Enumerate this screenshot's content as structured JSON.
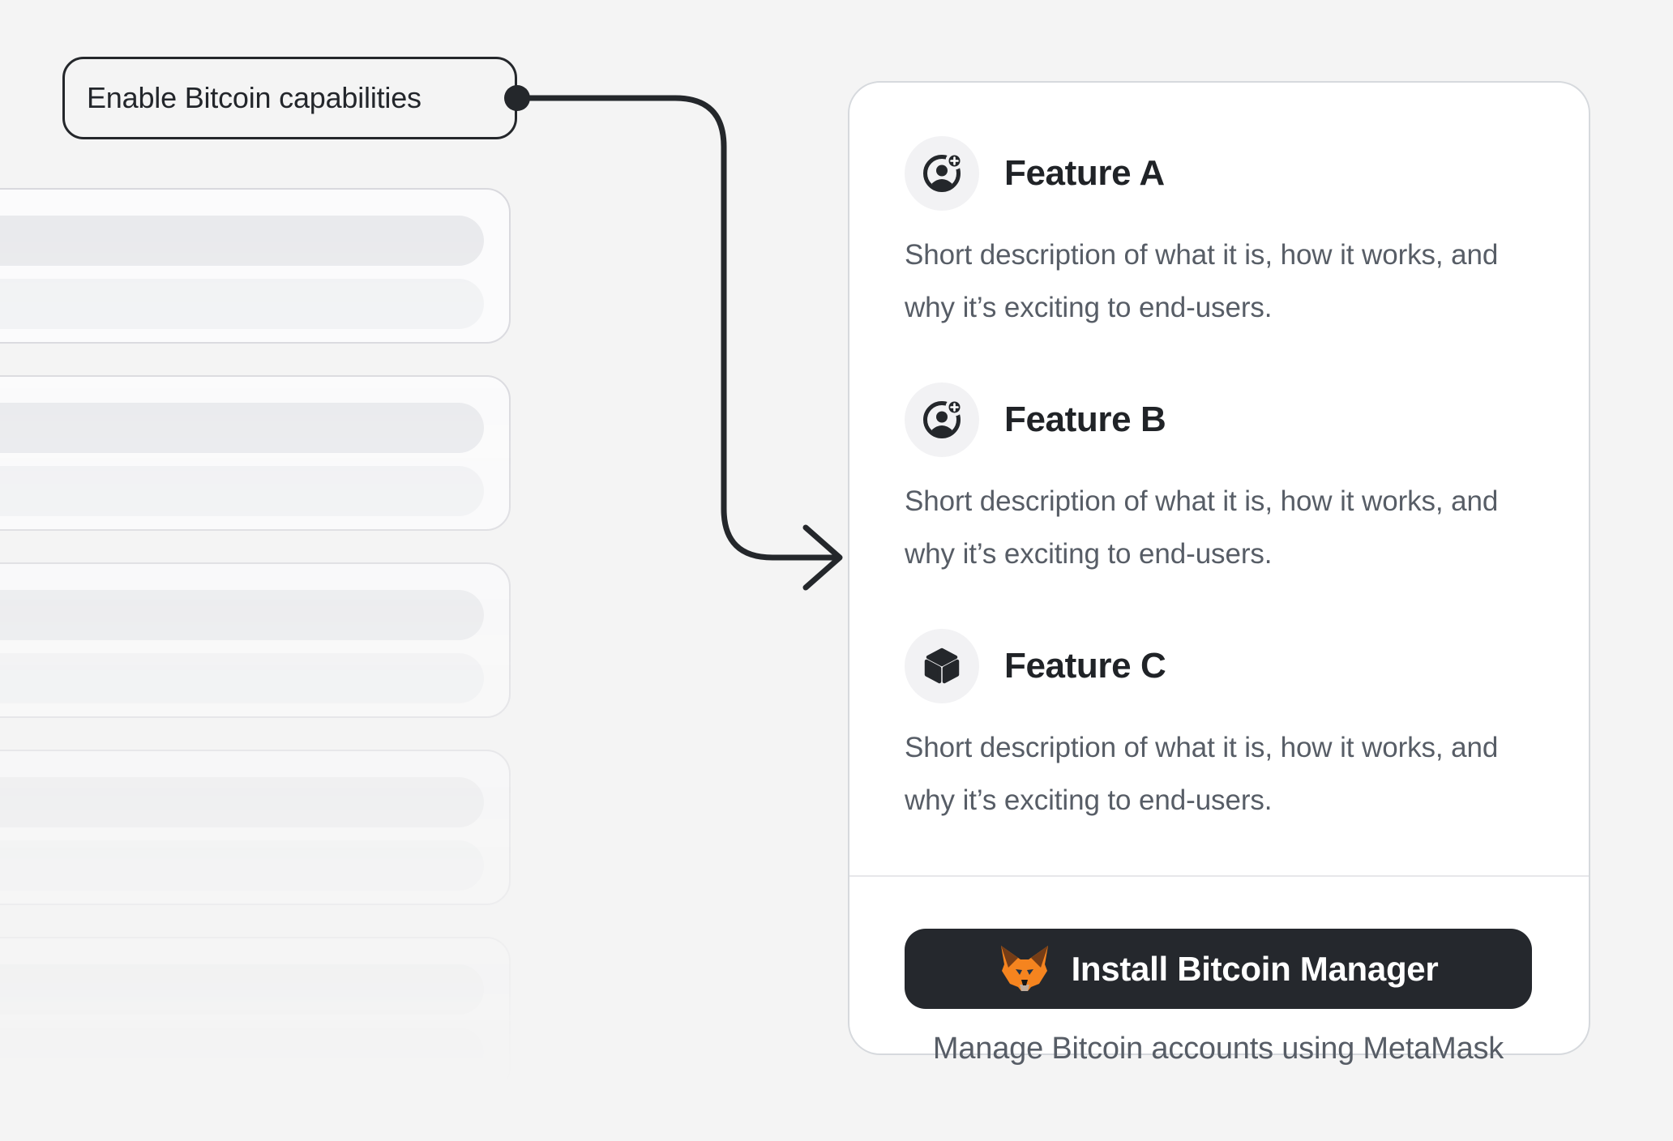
{
  "page": {
    "background_color": "#F4F4F4"
  },
  "callout": {
    "label": "Enable Bitcoin capabilities"
  },
  "connector": {
    "style": "elbow-arrow-with-dot",
    "color": "#24272B"
  },
  "skeleton_list": {
    "card_count": 5,
    "lines_per_card": 2,
    "note": "placeholder cards fading toward bottom, cropped at left edge"
  },
  "feature_panel": {
    "features": [
      {
        "icon": "user-add-icon",
        "title": "Feature A",
        "description": "Short description of what it is, how it works, and why it’s exciting to end-users."
      },
      {
        "icon": "user-add-icon",
        "title": "Feature B",
        "description": "Short description of what it is, how it works, and why it’s exciting to end-users."
      },
      {
        "icon": "cube-icon",
        "title": "Feature C",
        "description": "Short description of what it is, how it works, and why it’s exciting to end-users."
      }
    ],
    "footer": {
      "install_button": {
        "icon": "metamask-fox-icon",
        "label": "Install Bitcoin Manager"
      },
      "caption": "Manage Bitcoin accounts using MetaMask"
    }
  },
  "colors": {
    "ink": "#24272B",
    "button_background": "#25282D",
    "text_gray": "#575D66",
    "card_border": "#D6D9DD",
    "divider": "#E7E7EA",
    "icon_circle_background": "#F2F2F4",
    "skeleton_pill_dark": "#E9EAED",
    "skeleton_pill_light": "#F1F2F4",
    "metamask_orange": "#F5841F",
    "metamask_brown": "#763D16"
  }
}
